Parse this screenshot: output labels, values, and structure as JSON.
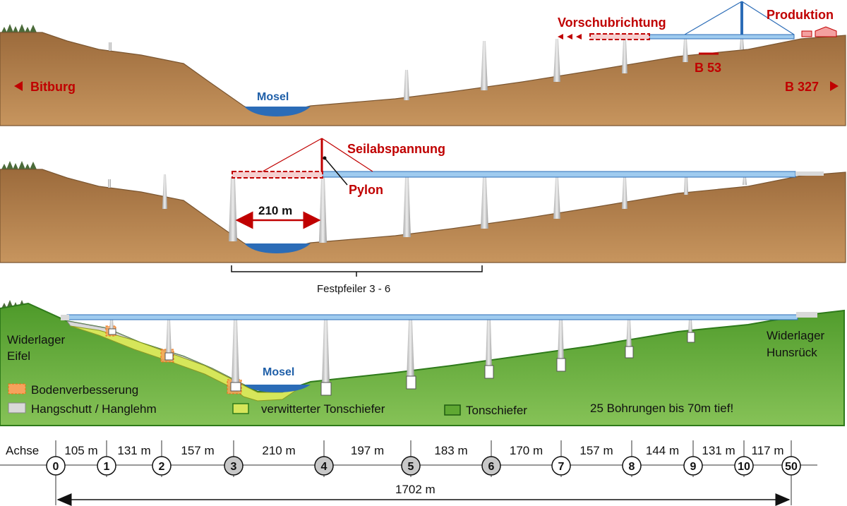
{
  "panel1": {
    "left_label": "Bitburg",
    "right_label": "B 327",
    "river_label": "Mosel",
    "push_label": "Vorschubrichtung",
    "production_label": "Produktion",
    "road_label": "B 53"
  },
  "panel2": {
    "span_label": "210 m",
    "cable_label": "Seilabspannung",
    "pylon_label": "Pylon",
    "fixed_piers_label": "Festpfeiler 3 - 6"
  },
  "panel3": {
    "abutment_left": [
      "Widerlager",
      "Eifel"
    ],
    "abutment_right": [
      "Widerlager",
      "Hunsrück"
    ],
    "river_label": "Mosel",
    "boreholes_note": "25 Bohrungen bis 70m tief!",
    "legend": [
      {
        "label": "Bodenverbesserung",
        "color": "#f7a25c",
        "style": "dashed"
      },
      {
        "label": "Hangschutt / Hanglehm",
        "color": "#d9d9d9",
        "style": "solid"
      },
      {
        "label": "verwitterter Tonschiefer",
        "color": "#d6e65a",
        "style": "solid"
      },
      {
        "label": "Tonschiefer",
        "color": "#5fa832",
        "style": "solid"
      }
    ]
  },
  "axis": {
    "label": "Achse",
    "piers": [
      "0",
      "1",
      "2",
      "3",
      "4",
      "5",
      "6",
      "7",
      "8",
      "9",
      "10",
      "50"
    ],
    "fixed_piers": [
      "3",
      "4",
      "5",
      "6"
    ],
    "spans": [
      "105 m",
      "131 m",
      "157 m",
      "210 m",
      "197 m",
      "183 m",
      "170 m",
      "157 m",
      "144 m",
      "131 m",
      "117 m"
    ],
    "total": "1702 m"
  },
  "colors": {
    "earth": "#b5834f",
    "green": "#5fa832",
    "deck": "#9fcbef",
    "water": "#2b6cb7",
    "accent_red": "#c00000",
    "pier": "#c8c8c8"
  }
}
